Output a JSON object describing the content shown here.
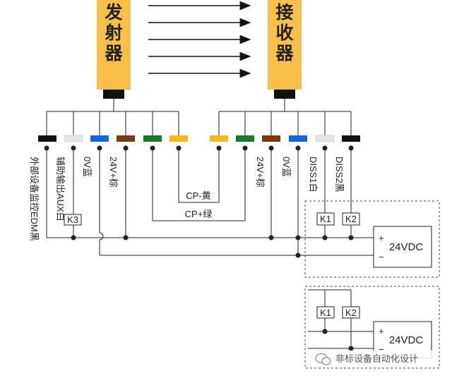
{
  "transmitter": {
    "chars": [
      "发",
      "射",
      "器"
    ]
  },
  "receiver": {
    "chars": [
      "接",
      "收",
      "器"
    ]
  },
  "left_wires": [
    {
      "label": "外部设备监控EDM黑",
      "color": "#111111"
    },
    {
      "label": "辅助输出AUX白",
      "color": "#e6e6e6"
    },
    {
      "label": "0V蓝",
      "color": "#1565d8"
    },
    {
      "label": "24V+棕",
      "color": "#7a3a10"
    },
    {
      "label": "",
      "color": "#1a7a2a"
    },
    {
      "label": "",
      "color": "#f5b820"
    }
  ],
  "right_wires": [
    {
      "label": "",
      "color": "#f5b820"
    },
    {
      "label": "",
      "color": "#1a7a2a"
    },
    {
      "label": "24V+棕",
      "color": "#7a3a10"
    },
    {
      "label": "0V蓝",
      "color": "#1565d8"
    },
    {
      "label": "DISS1白",
      "color": "#e6e6e6"
    },
    {
      "label": "DISS2黑",
      "color": "#111111"
    }
  ],
  "links": {
    "cp_yellow": "CP-黄",
    "cp_green": "CP+绿"
  },
  "relays": {
    "k3": "K3",
    "k1": "K1",
    "k2": "K2"
  },
  "supply": {
    "label": "24VDC",
    "plus": "+",
    "minus": "−"
  },
  "watermark": {
    "text": "非标设备自动化设计"
  },
  "colors": {
    "housing": "#f8c04a",
    "connector": "#111111",
    "line": "#222222"
  }
}
